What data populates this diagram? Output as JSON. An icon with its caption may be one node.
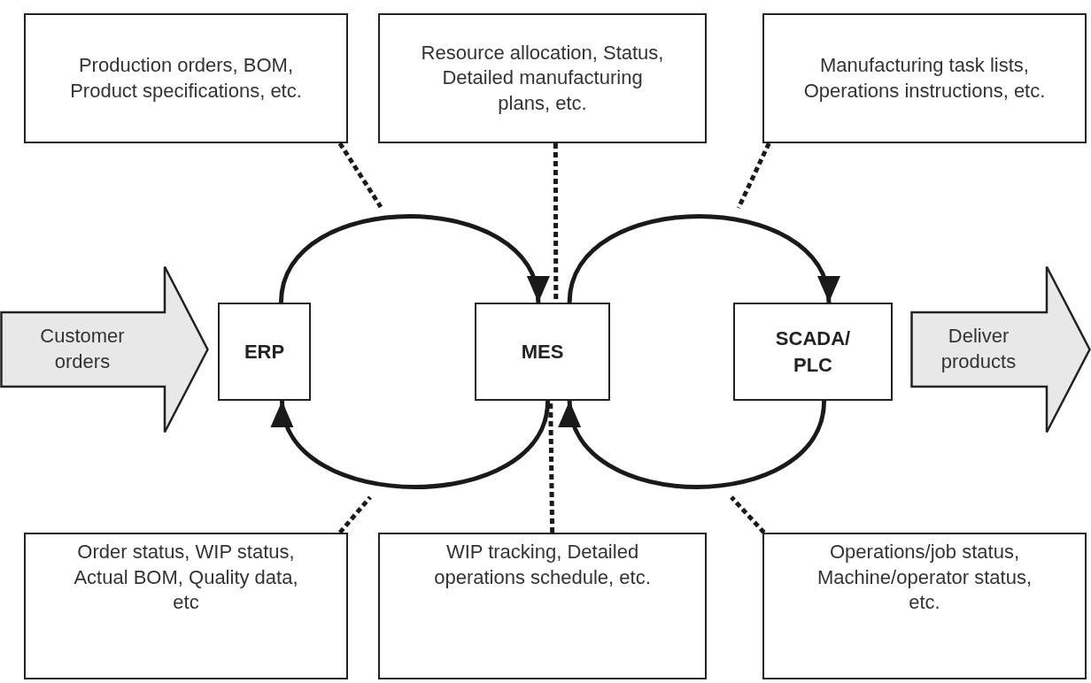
{
  "diagram": {
    "nodes": [
      {
        "text": [
          "Production orders, BOM, Product specifications, etc."
        ]
      },
      {
        "text": [
          "Resource allocation, Status, Detailed manufacturing plans, etc."
        ]
      },
      {
        "text": [
          "Manufacturing task lists, Operations instructions, etc."
        ]
      },
      {
        "text": [
          "Customer orders"
        ]
      },
      {
        "text": [
          "ERP"
        ]
      },
      {
        "text": [
          "MES"
        ]
      },
      {
        "text": [
          "SCADA/ PLC"
        ]
      },
      {
        "text": [
          "Deliver products"
        ]
      },
      {
        "text": [
          "Order status, WIP status, Actual BOM, Quality data, etc"
        ]
      },
      {
        "text": [
          "WIP tracking, Detailed operations schedule, etc."
        ]
      },
      {
        "text": [
          "Operations/job status, Machine/operator status, etc."
        ]
      }
    ],
    "edges": [
      {
        "from": 4,
        "to": 5,
        "arrow": "to"
      },
      {
        "from": 5,
        "to": 6,
        "arrow": "to"
      },
      {
        "from": 6,
        "to": 5,
        "arrow": "to"
      },
      {
        "from": 5,
        "to": 4,
        "arrow": "to"
      },
      {
        "from": 0,
        "to": null,
        "arrow": "none",
        "style": "dashed"
      },
      {
        "from": 1,
        "to": 5,
        "arrow": "none",
        "style": "dashed"
      },
      {
        "from": 2,
        "to": null,
        "arrow": "none",
        "style": "dashed"
      },
      {
        "from": 8,
        "to": null,
        "arrow": "none",
        "style": "dashed"
      },
      {
        "from": 9,
        "to": 5,
        "arrow": "none",
        "style": "dashed"
      },
      {
        "from": 10,
        "to": null,
        "arrow": "none",
        "style": "dashed"
      }
    ]
  }
}
